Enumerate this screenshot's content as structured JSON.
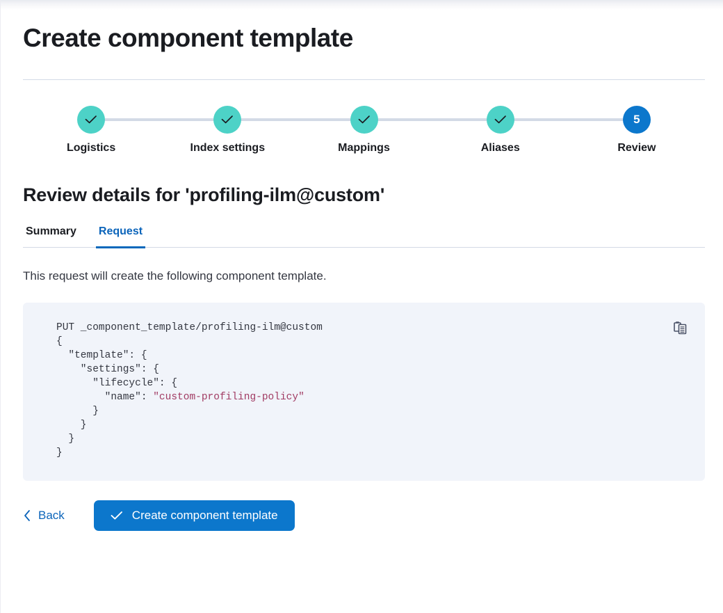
{
  "page": {
    "title": "Create component template"
  },
  "stepper": {
    "steps": [
      {
        "label": "Logistics",
        "state": "complete",
        "icon": "check-icon",
        "number": "1"
      },
      {
        "label": "Index settings",
        "state": "complete",
        "icon": "check-icon",
        "number": "2"
      },
      {
        "label": "Mappings",
        "state": "complete",
        "icon": "check-icon",
        "number": "3"
      },
      {
        "label": "Aliases",
        "state": "complete",
        "icon": "check-icon",
        "number": "4"
      },
      {
        "label": "Review",
        "state": "current",
        "icon": "",
        "number": "5"
      }
    ]
  },
  "review": {
    "heading": "Review details for 'profiling-ilm@custom'",
    "tabs": [
      {
        "label": "Summary",
        "active": false
      },
      {
        "label": "Request",
        "active": true
      }
    ],
    "description": "This request will create the following component template.",
    "request": {
      "line1": "PUT _component_template/profiling-ilm@custom\n{\n  \"template\": {\n    \"settings\": {\n      \"lifecycle\": {\n        \"name\": ",
      "string_value": "\"custom-profiling-policy\"",
      "line2": "\n      }\n    }\n  }\n}",
      "copy_icon": "copy-clipboard-icon"
    }
  },
  "footer": {
    "back_label": "Back",
    "back_icon": "chevron-left-icon",
    "submit_label": "Create component template",
    "submit_icon": "check-icon"
  },
  "colors": {
    "step_complete": "#4DD2C7",
    "step_current": "#0C77CC",
    "connector": "#D3DAE6",
    "accent_link": "#0B64BA",
    "primary_button": "#0C77CC",
    "code_background": "#F1F4FA",
    "code_string": "#A13B63",
    "text_primary": "#1A1C21",
    "text_body": "#343741"
  }
}
